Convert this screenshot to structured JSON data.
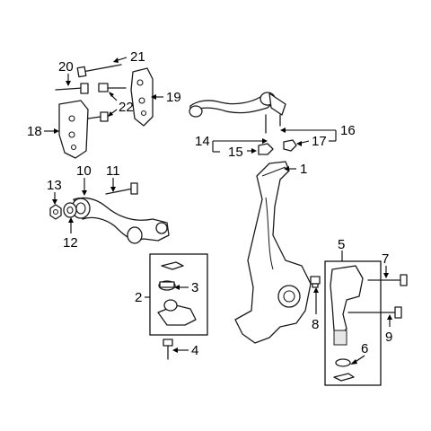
{
  "callouts": {
    "c1": "1",
    "c2": "2",
    "c3": "3",
    "c4": "4",
    "c5": "5",
    "c6": "6",
    "c7": "7",
    "c8": "8",
    "c9": "9",
    "c10": "10",
    "c11": "11",
    "c12": "12",
    "c13": "13",
    "c14": "14",
    "c15": "15",
    "c16": "16",
    "c17": "17",
    "c18": "18",
    "c19": "19",
    "c20": "20",
    "c21": "21",
    "c22": "22"
  },
  "colors": {
    "line": "#1a1a1a",
    "background": "#ffffff"
  }
}
